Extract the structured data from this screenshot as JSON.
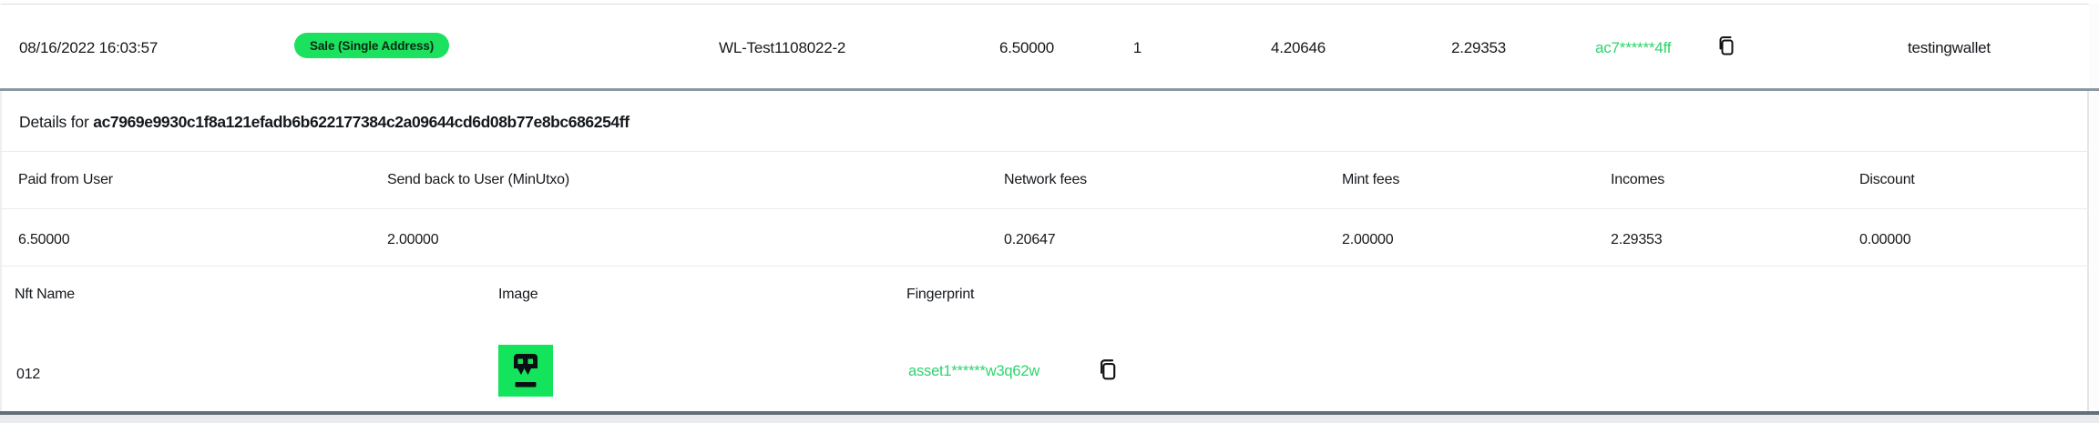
{
  "colors": {
    "badge_green": "#1ce15e",
    "link_green": "#2cd46c",
    "nft_image_green": "#14e45c",
    "separator_slate": "#8d97a3",
    "bottom_line_slate": "#636e7b"
  },
  "transaction_row": {
    "date": "08/16/2022 16:03:57",
    "type_badge": "Sale (Single Address)",
    "name": "WL-Test1108022-2",
    "amount": "6.50000",
    "count": "1",
    "value_a": "4.20646",
    "value_b": "2.29353",
    "address_short": "ac7******4ff",
    "wallet": "testingwallet"
  },
  "details": {
    "title_prefix": "Details for ",
    "tx_hash": "ac7969e9930c1f8a121efadb6b622177384c2a09644cd6d08b77e8bc686254ff",
    "columns": [
      "Paid from User",
      "Send back to User (MinUtxo)",
      "Network fees",
      "Mint fees",
      "Incomes",
      "Discount"
    ],
    "values": [
      "6.50000",
      "2.00000",
      "0.20647",
      "2.00000",
      "2.29353",
      "0.00000"
    ]
  },
  "nft_table": {
    "columns": [
      "Nft Name",
      "Image",
      "Fingerprint"
    ],
    "row": {
      "name": "012",
      "image_alt": "nft-pixel-face",
      "fingerprint": "asset1******w3q62w"
    }
  }
}
